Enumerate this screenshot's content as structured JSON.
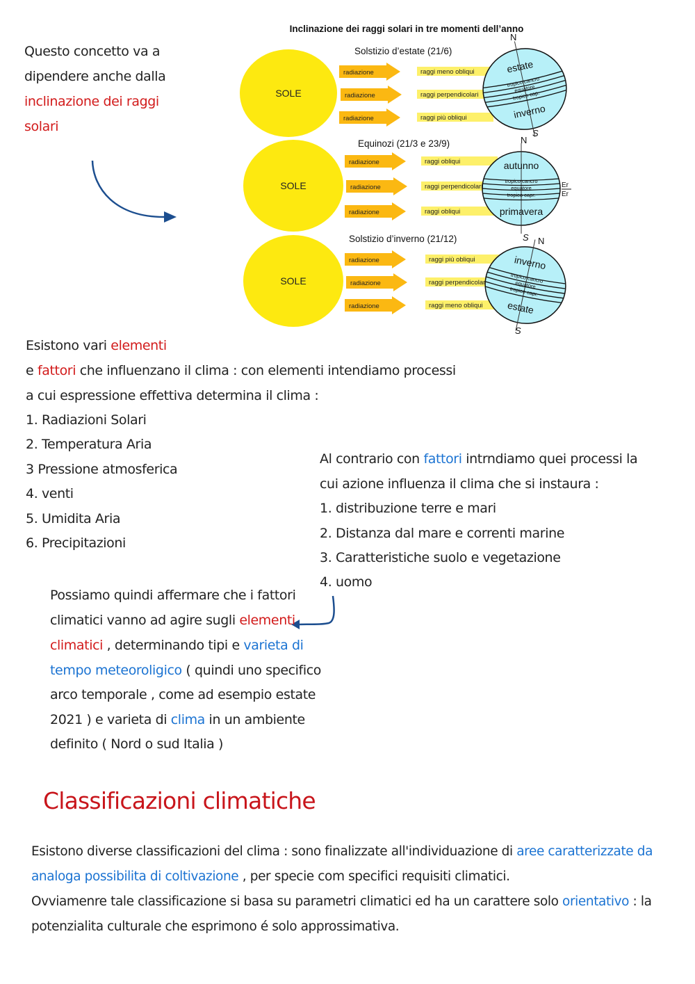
{
  "intro": {
    "line1": "Questo concetto va a",
    "line2": "dipendere anche dalla",
    "line3": "inclinazione dei raggi",
    "line4": "solari"
  },
  "diagram": {
    "title": "Inclinazione dei raggi solari in tre momenti dell’anno",
    "sun_label": "SOLE",
    "radiation_label": "radiazione",
    "north": "N",
    "south": "S",
    "panels": [
      {
        "heading": "Solstizio d’estate (21/6)",
        "rays": [
          "raggi meno obliqui",
          "raggi perpendicolari",
          "raggi  più obliqui"
        ],
        "top_season": "estate",
        "bottom_season": "inverno",
        "lines": [
          "tropico cancro",
          "equatore",
          "tropico cap."
        ]
      },
      {
        "heading": "Equinozi (21/3 e 23/9)",
        "rays": [
          "raggi obliqui",
          "raggi perpendicolari",
          "raggi obliqui"
        ],
        "top_season": "autunno",
        "bottom_season": "primavera",
        "lines": [
          "tropico cancro",
          "equatore",
          "tropico capr."
        ],
        "side_marks": [
          "Er",
          "Er"
        ]
      },
      {
        "heading": "Solstizio d’inverno (21/12)",
        "rays": [
          "raggi più  obliqui",
          "raggi perpendicolari",
          "raggi  meno obliqui"
        ],
        "top_season": "inverno",
        "bottom_season": "estate",
        "lines": [
          "tropico cancro",
          "equatore",
          "tropico capr."
        ]
      }
    ]
  },
  "elements": {
    "l1_a": "Esistono vari ",
    "l1_b": "elementi",
    "l2_a": "e ",
    "l2_b": "fattori",
    "l2_c": " che influenzano il clima : con elementi intendiamo processi",
    "l3": "a cui espressione effettiva determina il clima :",
    "items": [
      "1. Radiazioni Solari",
      "2. Temperatura Aria",
      "3 Pressione atmosferica",
      "4. venti",
      "5. Umidita Aria",
      "6. Precipitazioni"
    ]
  },
  "factors": {
    "l1_a": "Al contrario con ",
    "l1_b": "fattori",
    "l1_c": " intrndiamo quei processi la",
    "l2": "cui azione influenza il clima che si instaura :",
    "items": [
      "1. distribuzione terre e mari",
      "2. Distanza dal mare e correnti marine",
      "3. Caratteristiche suolo e vegetazione",
      "4. uomo"
    ]
  },
  "conclusion": {
    "l1": "Possiamo quindi affermare che i fattori",
    "l2_a": "climatici vanno ad agire sugli ",
    "l2_b": "elementi",
    "l3_a": "climatici",
    "l3_b": " , determinando tipi e ",
    "l3_c": "varieta di",
    "l4_a": "tempo meteoroligico",
    "l4_b": " ( quindi uno specifico",
    "l5": "arco temporale , come ad esempio estate",
    "l6_a": "2021 ) e varieta di ",
    "l6_b": "clima",
    "l6_c": " in un ambiente",
    "l7": "definito ( Nord o sud Italia )"
  },
  "section": {
    "title": "Classificazioni climatiche",
    "p1_a": "Esistono diverse classificazioni del clima : sono finalizzate all'individuazione di ",
    "p1_b": "aree caratterizzate da",
    "p2_a": "analoga possibilita di coltivazione",
    "p2_b": " , per specie com specifici requisiti climatici.",
    "p3_a": "Ovviamenre tale classificazione si basa su parametri climatici ed ha un carattere solo ",
    "p3_b": "orientativo",
    "p3_c": " : la",
    "p4": "potenzialita culturale che esprimono é solo approssimativa."
  },
  "colors": {
    "red": "#d21b1b",
    "blue": "#1b73d2",
    "sun": "#fde910",
    "ray_arrow": "#fbb812",
    "ray_box": "#fdf06a",
    "earth": "#b7f0f8",
    "arrow": "#1c4e8f"
  }
}
